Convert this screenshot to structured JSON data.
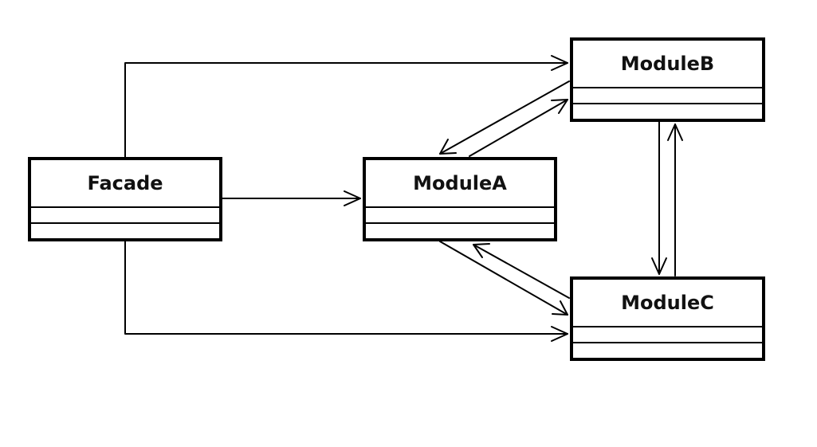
{
  "classes": {
    "facade": {
      "name": "Facade"
    },
    "moduleA": {
      "name": "ModuleA"
    },
    "moduleB": {
      "name": "ModuleB"
    },
    "moduleC": {
      "name": "ModuleC"
    }
  },
  "colors": {
    "stroke": "#000000",
    "background": "#ffffff"
  }
}
